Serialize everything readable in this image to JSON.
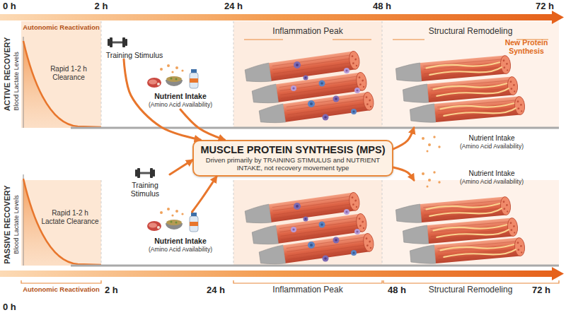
{
  "diagram": {
    "nodes": [
      {
        "text": [
          "Autonomic Reactivation"
        ]
      },
      {
        "text": [
          "Inflammation Peak"
        ]
      },
      {
        "text": [
          "Structural Remodeling",
          "New Protein Synthesis"
        ]
      },
      {
        "text": [
          "Training Stimulus"
        ]
      },
      {
        "text": [
          "Nutrient Intake",
          "(Amino Acid Availability)"
        ]
      },
      {
        "text": [
          "MUSCLE PROTEIN SYNTHESIS (MPS)",
          "Driven primarily by TRAINING STIMULUS and NUTRIENT INTAKE, not recovery movement type"
        ]
      },
      {
        "text": [
          "Training Stimulus"
        ]
      },
      {
        "text": [
          "Nutrient Intake",
          "(Amino Acid Availability)"
        ]
      },
      {
        "text": [
          "Autonomic Reactivation"
        ]
      },
      {
        "text": [
          "Inflammation Peak"
        ]
      },
      {
        "text": [
          "Structural Remodeling"
        ]
      }
    ],
    "edges": [
      {
        "from": 3,
        "to": 5,
        "arrow": "to"
      },
      {
        "from": 4,
        "to": 5,
        "arrow": "to"
      },
      {
        "from": 6,
        "to": 5,
        "arrow": "to"
      },
      {
        "from": 7,
        "to": 5,
        "arrow": "to"
      },
      {
        "from": 5,
        "to": 2,
        "arrow": "to"
      },
      {
        "from": 5,
        "to": 10,
        "arrow": "to"
      }
    ],
    "labels": [
      "0 h",
      "2 h",
      "24 h",
      "48 h",
      "72 h",
      "ACTIVE RECOVERY",
      "Blood Lactate Levels",
      "Rapid 1-2 h Clearance",
      "Nutrient Intake",
      "(Amino Acid Availability)",
      "PASSIVE RECOVERY",
      "Blood Lactate Levels",
      "Rapid 1-2 h Lactate Clearance",
      "Nutrient Intake",
      "(Amino Acid Availability)",
      "0 h",
      "2 h",
      "24 h",
      "48 h",
      "72 h"
    ]
  }
}
